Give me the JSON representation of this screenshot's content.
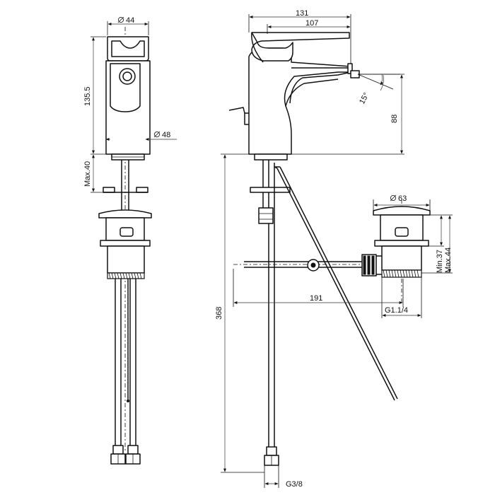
{
  "dimensions": {
    "top_diameter": "44",
    "body_height": "135.5",
    "base_diameter": "48",
    "deck_max": "Max.40",
    "overall_width": "131",
    "spout_width": "107",
    "spout_angle": "15°",
    "spout_height": "88",
    "total_height": "368",
    "drain_diameter": "63",
    "drain_min": "Min.37",
    "drain_max": "Max.44",
    "rod_length": "191",
    "drain_thread": "G1.1/4",
    "hose_thread": "G3/8"
  },
  "colors": {
    "line": "#111111",
    "background": "#ffffff"
  }
}
